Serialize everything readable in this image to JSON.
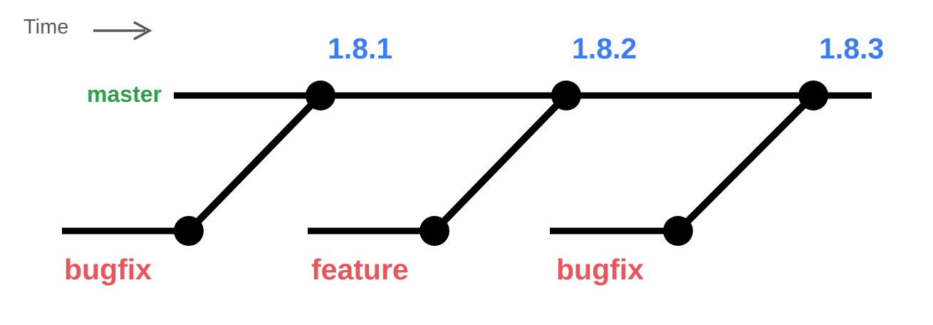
{
  "colors": {
    "background": "#ffffff",
    "line": "#000000",
    "commit_dot": "#000000",
    "master_label": "#2f9e4f",
    "tag_label": "#3b7df0",
    "branch_label": "#e8555a",
    "time_label": "#58595b"
  },
  "time_axis": {
    "label": "Time"
  },
  "master_branch": {
    "label": "master"
  },
  "release_tags": [
    {
      "label": "1.8.1"
    },
    {
      "label": "1.8.2"
    },
    {
      "label": "1.8.3"
    }
  ],
  "feature_branches": [
    {
      "label": "bugfix"
    },
    {
      "label": "feature"
    },
    {
      "label": "bugfix"
    }
  ]
}
